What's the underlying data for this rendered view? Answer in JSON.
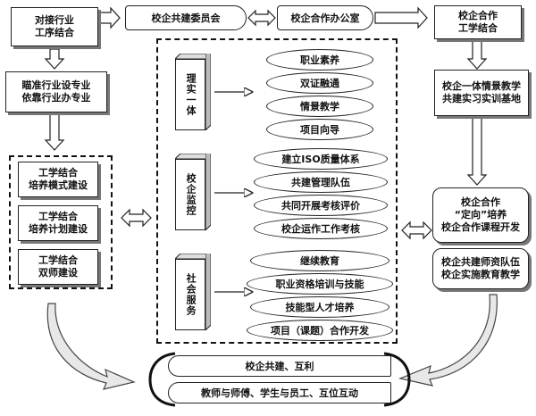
{
  "top": {
    "committee": "校企共建委员会",
    "office": "校企合作办公室"
  },
  "left": {
    "industry": "对接行业\n工序结合",
    "major": "瞄准行业设专业\n依靠行业办专业",
    "group": [
      "工学结合\n培养模式建设",
      "工学结合\n培养计划建设",
      "工学结合\n双师建设"
    ]
  },
  "center": {
    "sections": [
      {
        "pillar": "理实一体",
        "items": [
          "职业素养",
          "双证融通",
          "情景教学",
          "项目向导"
        ]
      },
      {
        "pillar": "校企监控",
        "items": [
          "建立ISO质量体系",
          "共建管理队伍",
          "共同开展考核评价",
          "校企运作工作考核"
        ]
      },
      {
        "pillar": "社会服务",
        "items": [
          "继续教育",
          "职业资格培训与技能",
          "技能型人才培养",
          "项目（课题）合作开发"
        ]
      }
    ]
  },
  "right": {
    "combine": "校企合作\n工学结合",
    "base": "校企一体情景教学\n共建实习实训基地",
    "courses": "校企合作\n“定向”培养\n校企合作课程开发",
    "teachers": "校企共建师资队伍\n校企实施教育教学"
  },
  "bottom": {
    "line1": "校企共建、互利",
    "line2": "教师与师傅、学生与员工、互位互动"
  }
}
